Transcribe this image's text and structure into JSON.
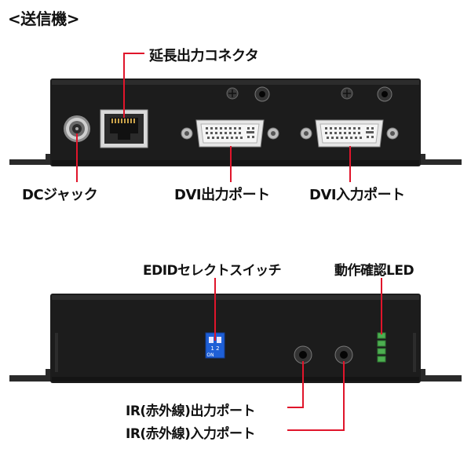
{
  "title": "<送信機>",
  "labels": {
    "lan_connector": "延長出力コネクタ",
    "dc_jack": "DCジャック",
    "dvi_out": "DVI出力ポート",
    "dvi_in": "DVI入力ポート",
    "edid_switch": "EDIDセレクトスイッチ",
    "status_led": "動作確認LED",
    "ir_out": "IR(赤外線)出力ポート",
    "ir_in": "IR(赤外線)入力ポート"
  },
  "dip_switch": {
    "numbers": "1 2",
    "on_label": "ON"
  },
  "colors": {
    "pointer": "#e0152b",
    "chassis": "#1c1c1c",
    "dip": "#1e5fd6",
    "led": "#4caf50"
  }
}
